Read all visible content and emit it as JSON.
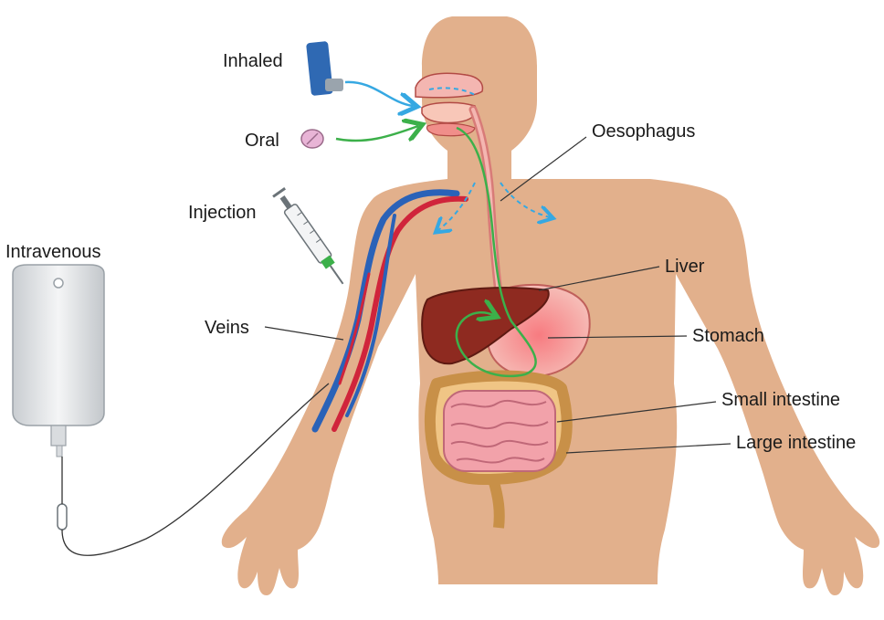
{
  "labels": {
    "inhaled": "Inhaled",
    "oral": "Oral",
    "injection": "Injection",
    "intravenous": "Intravenous",
    "veins": "Veins",
    "oesophagus": "Oesophagus",
    "liver": "Liver",
    "stomach": "Stomach",
    "small_intestine": "Small intestine",
    "large_intestine": "Large intestine"
  },
  "colors": {
    "skin": "#e2b08c",
    "artery": "#d0243b",
    "vein": "#2a62b8",
    "liver": "#8e2a20",
    "stomach": "#f2a9a2",
    "intestine": "#f2a2aa",
    "large_intestine": "#f0c585",
    "oral_path": "#3cb04a",
    "inhaled_path": "#36a8e2",
    "iv_bag": "#e6e8ea"
  },
  "icons": [
    "inhaler-icon",
    "pill-icon",
    "syringe-icon",
    "iv-bag-icon"
  ]
}
